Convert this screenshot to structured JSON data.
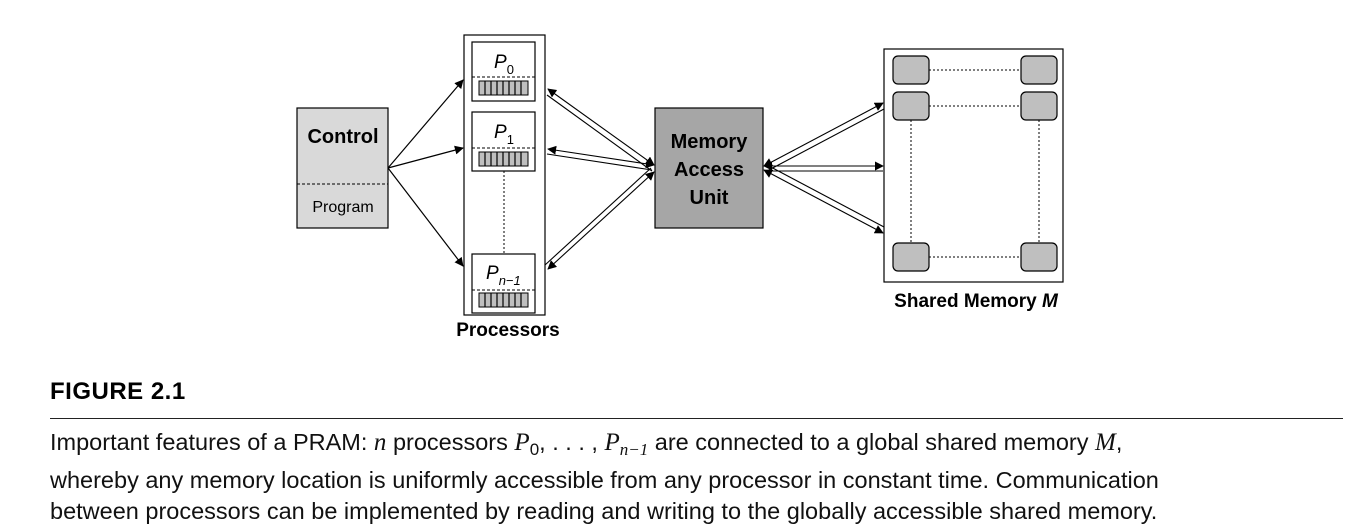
{
  "diagram": {
    "control": {
      "title": "Control",
      "program": "Program"
    },
    "processors": {
      "caption": "Processors",
      "p0": {
        "base": "P",
        "sub": "0"
      },
      "p1": {
        "base": "P",
        "sub": "1"
      },
      "pn": {
        "base": "P",
        "sub": "n−1"
      }
    },
    "mau": {
      "line1": "Memory",
      "line2": "Access",
      "line3": "Unit"
    },
    "shared_memory": {
      "label": "Shared Memory ",
      "symbol": "M"
    },
    "colors": {
      "box_fill": "#d9d9d9",
      "mau_fill": "#a6a6a6",
      "cell_fill": "#bfbfbf",
      "stroke": "#000000"
    }
  },
  "figure": {
    "label": "FIGURE 2.1",
    "caption": {
      "t1": "Important features of a PRAM: ",
      "n": "n",
      "t2": " processors ",
      "p0_base": "P",
      "p0_sub": "0",
      "t3": ", . . . , ",
      "pn_base": "P",
      "pn_sub": "n−1",
      "t4": " are connected to a global shared memory ",
      "M": "M",
      "t5": ",",
      "line2": "whereby any memory location is uniformly accessible from any processor in constant time. Communication",
      "line3": "between processors can be implemented by reading and writing to the globally accessible shared memory."
    }
  }
}
